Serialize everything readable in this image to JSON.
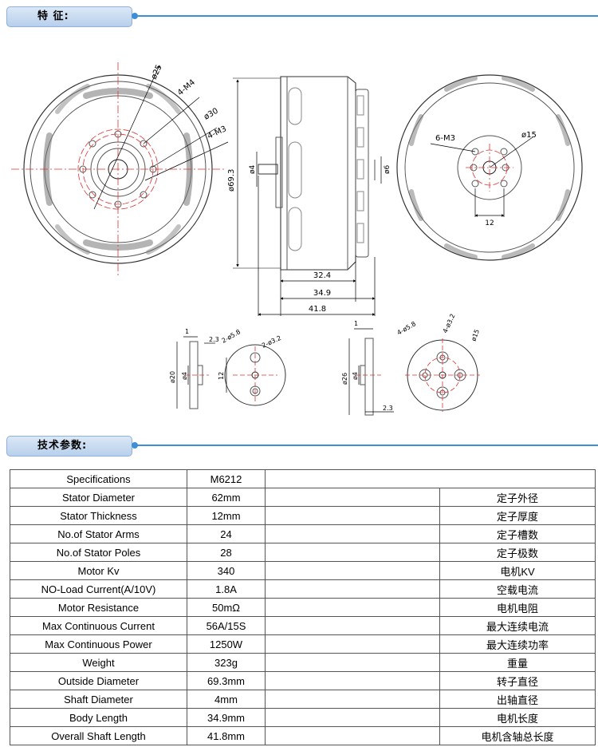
{
  "sections": {
    "features_title": "特 征:",
    "params_title": "技术参数:"
  },
  "drawing": {
    "front_view": {
      "d1": "ø25",
      "d2": "4-M4",
      "d3": "ø30",
      "d4": "4-M3"
    },
    "side_view": {
      "dia": "ø69.3",
      "shaft_left": "ø4",
      "shaft_right": "ø6",
      "len1": "32.4",
      "len2": "34.9",
      "len3": "41.8"
    },
    "rear_view": {
      "holes": "6-M3",
      "dia": "ø15",
      "spacing": "12"
    },
    "adapter_small": {
      "thick1": "1",
      "thick2": "2.3",
      "holes1": "2-ø5.8",
      "holes2": "2-ø3.2",
      "dia": "ø20",
      "bore": "ø4",
      "spacing": "12"
    },
    "adapter_large": {
      "thick1": "1",
      "thick2": "2.3",
      "holes1": "4-ø5.8",
      "holes2": "4-ø3.2",
      "dia": "ø26",
      "bore": "ø4",
      "pcd": "ø15"
    }
  },
  "specs": {
    "header": {
      "label": "Specifications",
      "value": "M6212"
    },
    "rows": [
      {
        "label": "Stator Diameter",
        "value": "62mm",
        "cn": "定子外径"
      },
      {
        "label": "Stator Thickness",
        "value": "12mm",
        "cn": "定子厚度"
      },
      {
        "label": "No.of Stator Arms",
        "value": "24",
        "cn": "定子槽数"
      },
      {
        "label": "No.of Stator Poles",
        "value": "28",
        "cn": "定子极数"
      },
      {
        "label": "Motor Kv",
        "value": "340",
        "cn": "电机KV"
      },
      {
        "label": "NO-Load Current(A/10V)",
        "value": "1.8A",
        "cn": "空载电流"
      },
      {
        "label": "Motor Resistance",
        "value": "50mΩ",
        "cn": "电机电阻"
      },
      {
        "label": "Max Continuous Current",
        "value": "56A/15S",
        "cn": "最大连续电流"
      },
      {
        "label": "Max Continuous Power",
        "value": "1250W",
        "cn": "最大连续功率"
      },
      {
        "label": "Weight",
        "value": "323g",
        "cn": "重量"
      },
      {
        "label": "Outside Diameter",
        "value": "69.3mm",
        "cn": "转子直径"
      },
      {
        "label": "Shaft Diameter",
        "value": "4mm",
        "cn": "出轴直径"
      },
      {
        "label": "Body Length",
        "value": "34.9mm",
        "cn": "电机长度"
      },
      {
        "label": "Overall Shaft Length",
        "value": "41.8mm",
        "cn": "电机含轴总长度"
      }
    ]
  }
}
